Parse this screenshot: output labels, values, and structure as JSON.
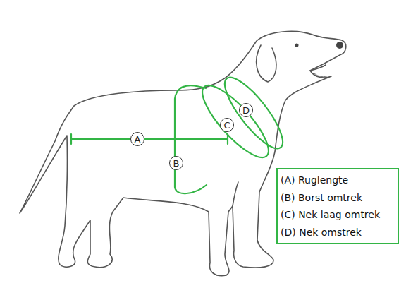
{
  "diagram": {
    "nodes": [
      {
        "text": [
          "A"
        ]
      },
      {
        "text": [
          "B"
        ]
      },
      {
        "text": [
          "C"
        ]
      },
      {
        "text": [
          "D"
        ]
      }
    ],
    "legend": [
      {
        "text": "(A) Ruglengte"
      },
      {
        "text": "(B) Borst omtrek"
      },
      {
        "text": "(C) Nek laag omtrek"
      },
      {
        "text": "(D) Nek omstrek"
      }
    ]
  }
}
